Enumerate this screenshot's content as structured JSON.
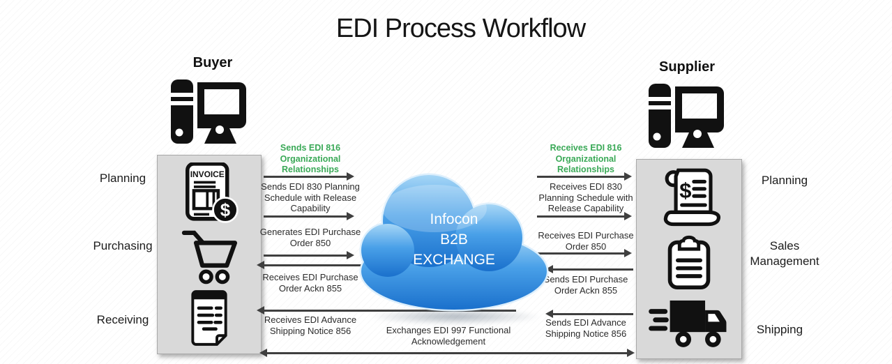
{
  "title": "EDI Process Workflow",
  "colors": {
    "green": "#3aa957",
    "arrow": "#3f3f3f",
    "box_bg": "#d9d9d9",
    "cloud_light": "#9fd2f4",
    "cloud_dark": "#1a70cc"
  },
  "buyer": {
    "label": "Buyer",
    "roles": [
      "Planning",
      "Purchasing",
      "Receiving"
    ]
  },
  "supplier": {
    "label": "Supplier",
    "roles": [
      "Planning",
      "Sales\nManagement",
      "Shipping"
    ]
  },
  "cloud": {
    "label": "Infocon\nB2B\nEXCHANGE"
  },
  "buyer_flows": {
    "f816": "Sends EDI 816\nOrganizational\nRelationships",
    "f830": "Sends EDI 830 Planning\nSchedule with Release\nCapability",
    "f850": "Generates EDI Purchase\nOrder 850",
    "f855": "Receives EDI Purchase\nOrder Ackn 855",
    "f856": "Receives EDI Advance\nShipping Notice 856"
  },
  "supplier_flows": {
    "f816": "Receives EDI 816\nOrganizational\nRelationships",
    "f830": "Receives EDI 830\nPlanning Schedule with\nRelease Capability",
    "f850": "Receives EDI Purchase\nOrder 850",
    "f855": "Sends EDI Purchase\nOrder Ackn 855",
    "f856": "Sends EDI Advance\nShipping Notice 856"
  },
  "bottom_flow": "Exchanges EDI 997 Functional\nAcknowledgement",
  "invoice_icon_text": "INVOICE"
}
